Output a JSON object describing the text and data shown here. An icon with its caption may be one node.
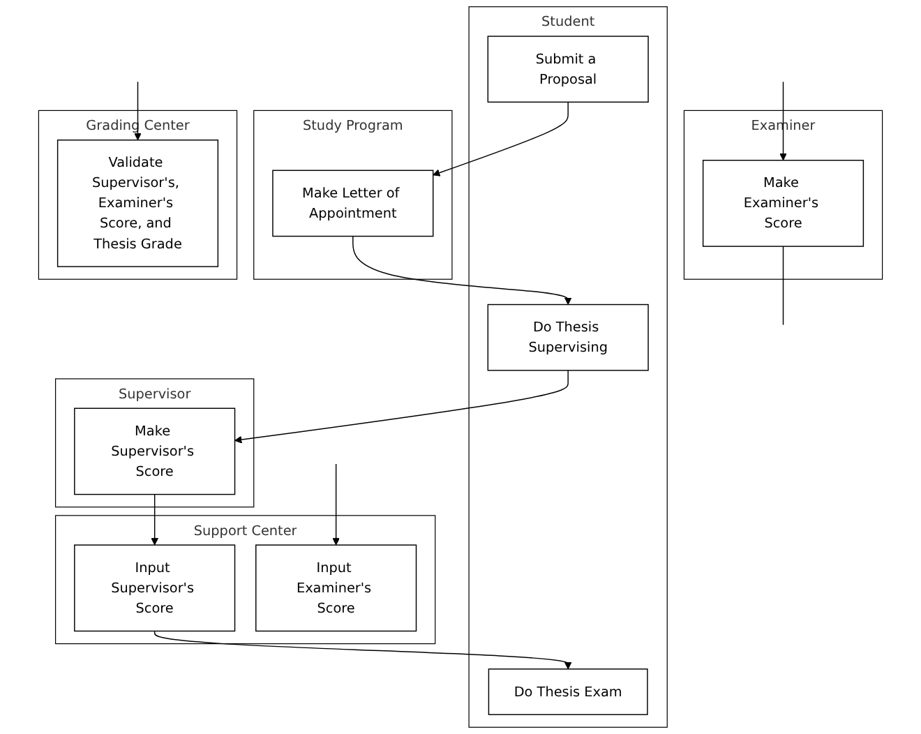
{
  "diagram": {
    "nodes": [
      {
        "text": [
          "Student"
        ]
      },
      {
        "text": [
          "Study Program"
        ]
      },
      {
        "text": [
          "Supervisor"
        ]
      },
      {
        "text": [
          "Support Center"
        ]
      },
      {
        "text": [
          "Examiner"
        ]
      },
      {
        "text": [
          "Grading Center"
        ]
      },
      {
        "text": [
          "Submit a Proposal"
        ],
        "in": 0
      },
      {
        "text": [
          "Make Letter of Appointment"
        ],
        "in": 1
      },
      {
        "text": [
          "Do Thesis Supervising"
        ],
        "in": 0
      },
      {
        "text": [
          "Make Supervisor's Score"
        ],
        "in": 2
      },
      {
        "text": [
          "Input Supervisor's Score"
        ],
        "in": 3
      },
      {
        "text": [
          "Do Thesis Exam"
        ],
        "in": 0
      },
      {
        "text": [
          "Make Examiner's Score"
        ],
        "in": 4
      },
      {
        "text": [
          "Input Examiner's Score"
        ],
        "in": 3
      },
      {
        "text": [
          "Validate Supervisor's, Examiner's Score, and Thesis Grade"
        ],
        "in": 5
      }
    ],
    "edges": [
      {
        "from": 6,
        "to": 7,
        "arrow": "to"
      },
      {
        "from": 7,
        "to": 8,
        "arrow": "to"
      },
      {
        "from": 8,
        "to": 9,
        "arrow": "to"
      },
      {
        "from": 9,
        "to": 10,
        "arrow": "to"
      },
      {
        "from": 10,
        "to": 11,
        "arrow": "to"
      },
      {
        "from": null,
        "to": 12,
        "arrow": "to"
      },
      {
        "from": 12,
        "to": null,
        "arrow": "none"
      },
      {
        "from": null,
        "to": 13,
        "arrow": "to"
      },
      {
        "from": null,
        "to": 14,
        "arrow": "to"
      }
    ]
  }
}
